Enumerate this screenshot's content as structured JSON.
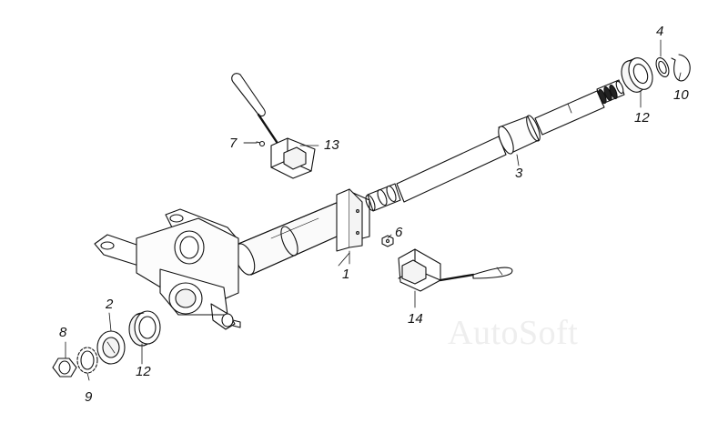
{
  "diagram": {
    "parts": [
      {
        "number": "1",
        "part": "bracket"
      },
      {
        "number": "2",
        "part": "washer"
      },
      {
        "number": "3",
        "part": "steering-column-shaft"
      },
      {
        "number": "4",
        "part": "washer"
      },
      {
        "number": "6",
        "part": "nut"
      },
      {
        "number": "7",
        "part": "screw"
      },
      {
        "number": "8",
        "part": "nut"
      },
      {
        "number": "9",
        "part": "lock-washer"
      },
      {
        "number": "10",
        "part": "retaining-ring"
      },
      {
        "number": "12",
        "part": "bearing"
      },
      {
        "number": "13",
        "part": "switch-left"
      },
      {
        "number": "14",
        "part": "switch-right"
      }
    ],
    "labels": {
      "l1": "1",
      "l2": "2",
      "l3": "3",
      "l4": "4",
      "l6": "6",
      "l7": "7",
      "l8": "8",
      "l9": "9",
      "l10": "10",
      "l12_top": "12",
      "l12_bottom": "12",
      "l13": "13",
      "l14": "14"
    },
    "watermark": "AutoSoft",
    "colors": {
      "ink": "#111111",
      "watermark": "#eeeeee",
      "shade": "#f2f2f2"
    }
  }
}
